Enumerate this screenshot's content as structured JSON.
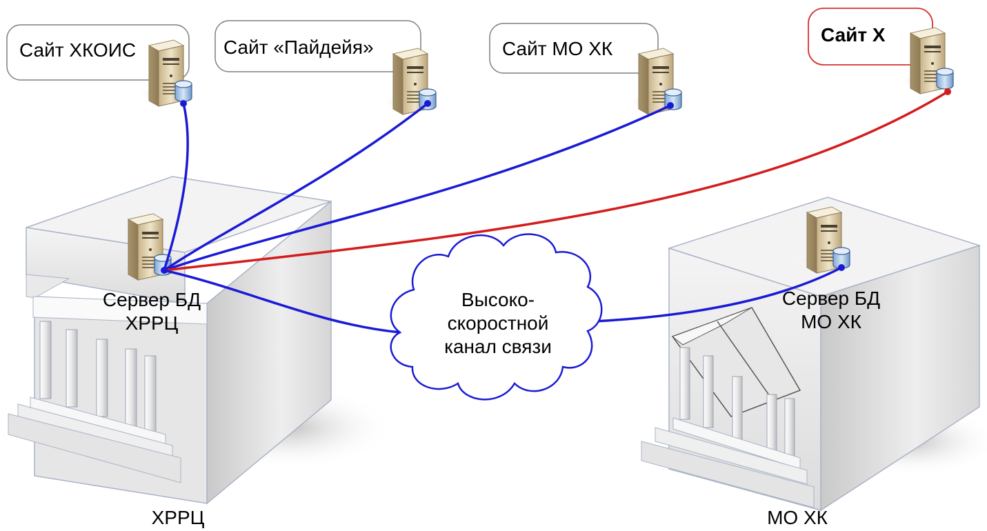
{
  "sites": [
    {
      "id": "site-khkois",
      "label": "Сайт ХКОИС"
    },
    {
      "id": "site-paideia",
      "label": "Сайт «Пайдейя»"
    },
    {
      "id": "site-mo-hk",
      "label": "Сайт МО ХК"
    },
    {
      "id": "site-x",
      "label": "Сайт Х"
    }
  ],
  "servers": {
    "hrrc": {
      "line1": "Сервер БД",
      "line2": "ХРРЦ"
    },
    "mo_hk": {
      "line1": "Сервер БД",
      "line2": "МО ХК"
    }
  },
  "cloud": {
    "line1": "Высоко-",
    "line2": "скоростной",
    "line3": "канал связи"
  },
  "buildings": {
    "hrrc": "ХРРЦ",
    "mo_hk": "МО ХК"
  },
  "colors": {
    "link_blue": "#1a1ad6",
    "link_red": "#d41c1c",
    "bubble_red": "#d83030",
    "bubble_gray": "#7f7f7f",
    "building_top": "#efefef",
    "building_side": "#d9d9d9",
    "building_edge": "#aab4c8"
  }
}
